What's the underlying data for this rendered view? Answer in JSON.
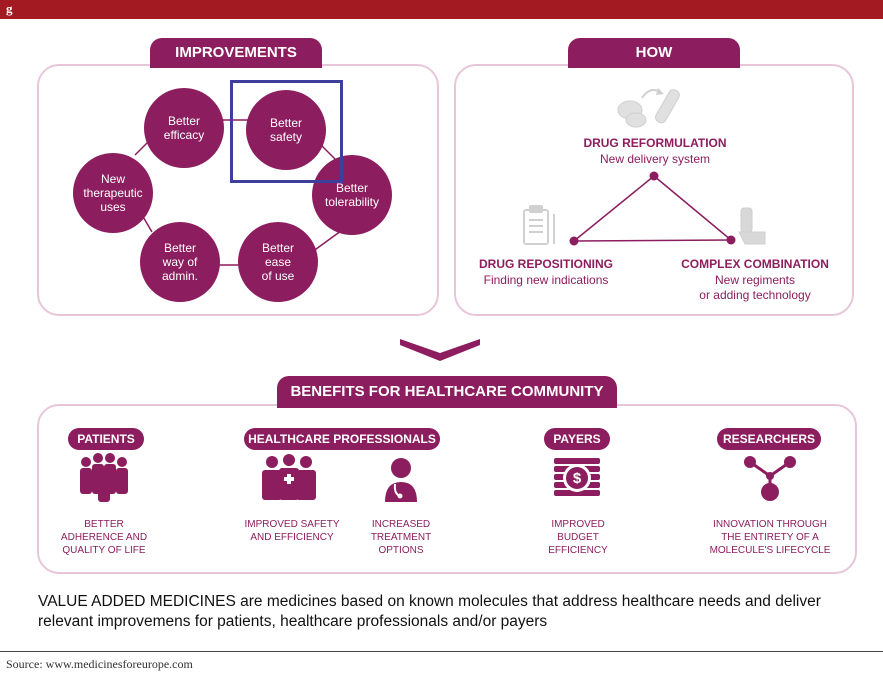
{
  "header": {
    "title": "g"
  },
  "improvements": {
    "title": "IMPROVEMENTS",
    "circles": [
      {
        "label": "Better\nefficacy"
      },
      {
        "label": "Better\nsafety"
      },
      {
        "label": "Better\ntolerability"
      },
      {
        "label": "Better\nease\nof use"
      },
      {
        "label": "Better\nway of\nadmin."
      },
      {
        "label": "New\ntherapeutic\nuses"
      }
    ]
  },
  "how": {
    "title": "HOW",
    "reformulation": {
      "title": "DRUG REFORMULATION",
      "subtitle": "New delivery system"
    },
    "repositioning": {
      "title": "DRUG REPOSITIONING",
      "subtitle": "Finding new indications"
    },
    "combination": {
      "title": "COMPLEX COMBINATION",
      "subtitle": "New regiments\nor adding technology"
    }
  },
  "benefits": {
    "title": "BENEFITS FOR HEALTHCARE COMMUNITY",
    "groups": [
      {
        "pill": "PATIENTS",
        "items": [
          "BETTER\nADHERENCE AND\nQUALITY OF LIFE"
        ]
      },
      {
        "pill": "HEALTHCARE PROFESSIONALS",
        "items": [
          "IMPROVED SAFETY\nAND EFFICIENCY",
          "INCREASED\nTREATMENT\nOPTIONS"
        ]
      },
      {
        "pill": "PAYERS",
        "items": [
          "IMPROVED\nBUDGET\nEFFICIENCY"
        ]
      },
      {
        "pill": "RESEARCHERS",
        "items": [
          "INNOVATION THROUGH\nTHE ENTIRETY OF A\nMOLECULE'S LIFECYCLE"
        ]
      }
    ]
  },
  "definition": "VALUE ADDED MEDICINES are medicines based on known molecules that address healthcare needs and deliver relevant improvemens for patients, healthcare professionals and/or payers",
  "source": "Source: www.medicinesforeurope.com",
  "colors": {
    "accent": "#8c1d5e",
    "header_bar": "#a31a22",
    "panel_border": "#e8c6da",
    "highlight": "#3e3f9c"
  }
}
